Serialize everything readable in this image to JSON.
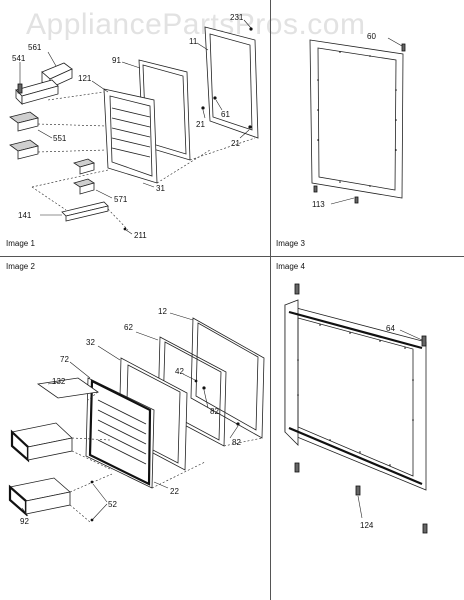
{
  "watermark": "AppliancePartsPros.com",
  "panels": {
    "image1": {
      "title": "Image 1",
      "callouts": [
        "231",
        "11",
        "91",
        "561",
        "541",
        "121",
        "61",
        "21",
        "21",
        "551",
        "31",
        "571",
        "141",
        "211"
      ]
    },
    "image2": {
      "title": "Image 2",
      "callouts": [
        "12",
        "62",
        "32",
        "72",
        "132",
        "42",
        "82",
        "82",
        "22",
        "52",
        "92"
      ]
    },
    "image3": {
      "title": "Image 3",
      "callouts": [
        "60",
        "113"
      ]
    },
    "image4": {
      "title": "Image 4",
      "callouts": [
        "64",
        "124"
      ]
    }
  }
}
